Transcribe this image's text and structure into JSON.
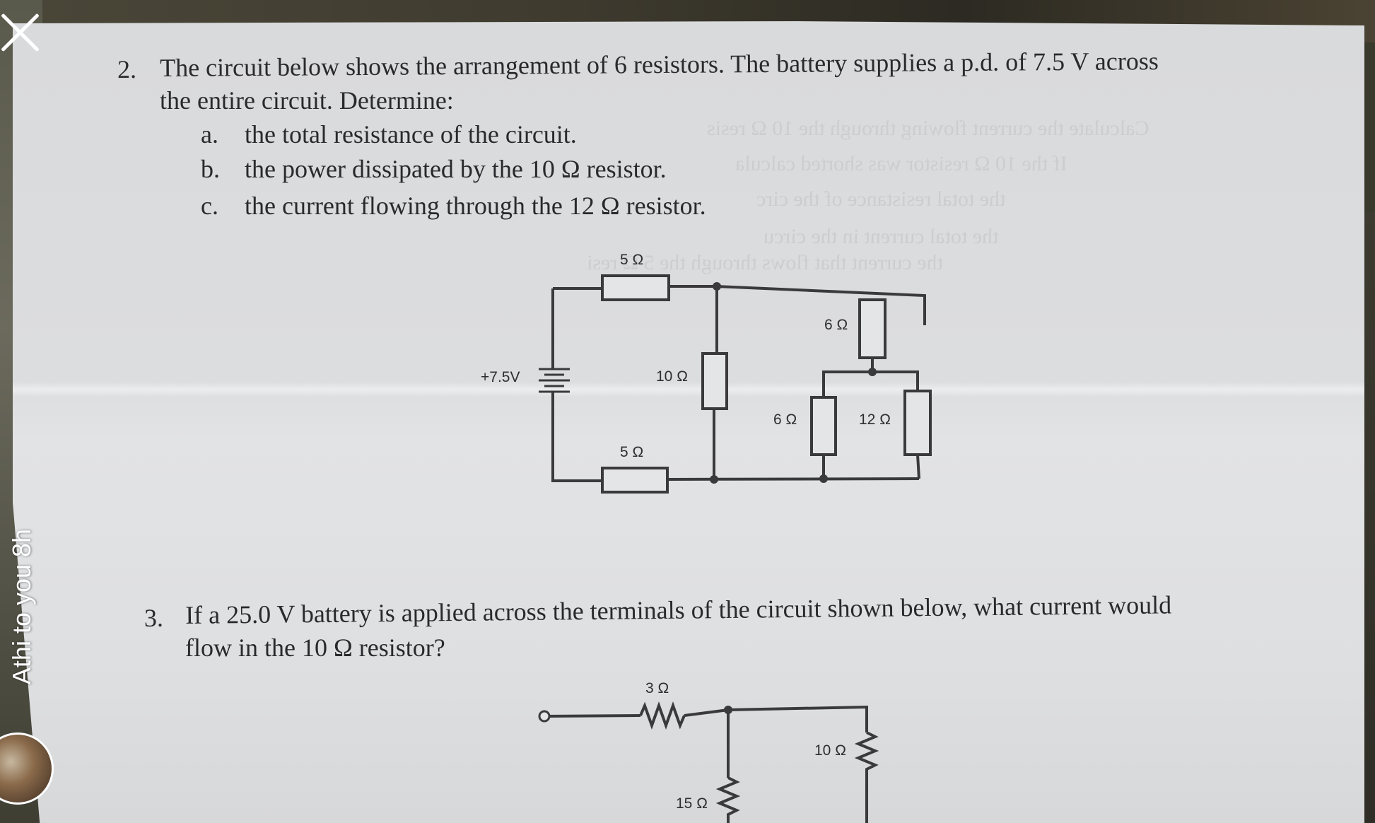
{
  "overlay": {
    "caption": "Athi to you 8h",
    "close_icon": "close-icon",
    "avatar_icon": "avatar"
  },
  "q2": {
    "number": "2.",
    "line1": "The circuit below shows the arrangement of 6 resistors.  The battery supplies a p.d. of 7.5 V across",
    "line2": "the entire circuit.  Determine:",
    "parts": [
      {
        "letter": "a.",
        "text": "the total resistance of the circuit."
      },
      {
        "letter": "b.",
        "text": "the power dissipated by the 10 Ω resistor."
      },
      {
        "letter": "c.",
        "text": "the current flowing through the 12 Ω resistor."
      }
    ],
    "circuit": {
      "battery": "+7.5V",
      "r_top": "5 Ω",
      "r_bottom": "5 Ω",
      "r_middle": "10 Ω",
      "r_upper_right": "6 Ω",
      "r_lower_left": "6 Ω",
      "r_lower_right": "12 Ω"
    }
  },
  "q3": {
    "number": "3.",
    "line1": "If a 25.0 V battery is applied across the terminals of the circuit shown below, what current would",
    "line2": "flow in the 10 Ω resistor?",
    "circuit": {
      "r_series": "3 Ω",
      "r_shunt": "15 Ω",
      "r_right": "10 Ω"
    }
  }
}
